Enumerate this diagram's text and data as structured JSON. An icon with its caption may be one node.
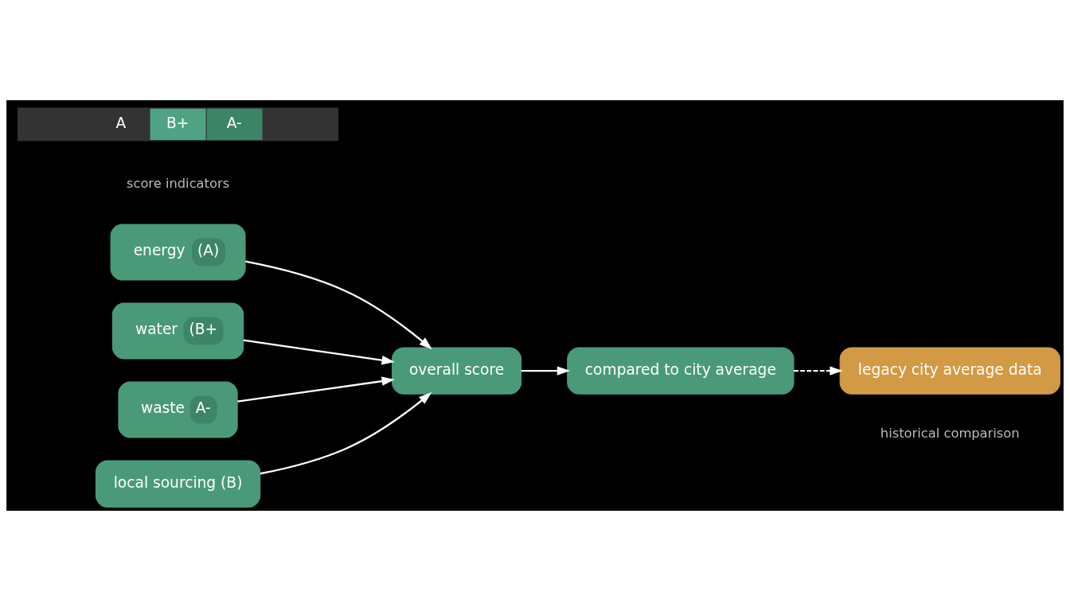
{
  "diagram": {
    "nodes": [
      {
        "text": [
          "energy",
          "(A)"
        ]
      },
      {
        "text": [
          "water",
          "(B+"
        ]
      },
      {
        "text": [
          "waste",
          "A-"
        ]
      },
      {
        "text": [
          "local sourcing (B)"
        ]
      },
      {
        "text": [
          "overall score"
        ]
      },
      {
        "text": [
          "compared to city average"
        ]
      },
      {
        "text": [
          "legacy city average data"
        ],
        "beside": [
          "historical comparison"
        ]
      },
      {
        "text": [
          "A",
          "B+",
          "A-"
        ],
        "beside": [
          "score indicators"
        ]
      }
    ],
    "edges": [
      {
        "from": 0,
        "to": 4,
        "arrow": "to"
      },
      {
        "from": 1,
        "to": 4,
        "arrow": "to"
      },
      {
        "from": 2,
        "to": 4,
        "arrow": "to"
      },
      {
        "from": 3,
        "to": 4,
        "arrow": "to"
      },
      {
        "from": 4,
        "to": 5,
        "arrow": "to"
      },
      {
        "from": 5,
        "to": 6,
        "arrow": "to",
        "style": "dashed"
      }
    ]
  }
}
